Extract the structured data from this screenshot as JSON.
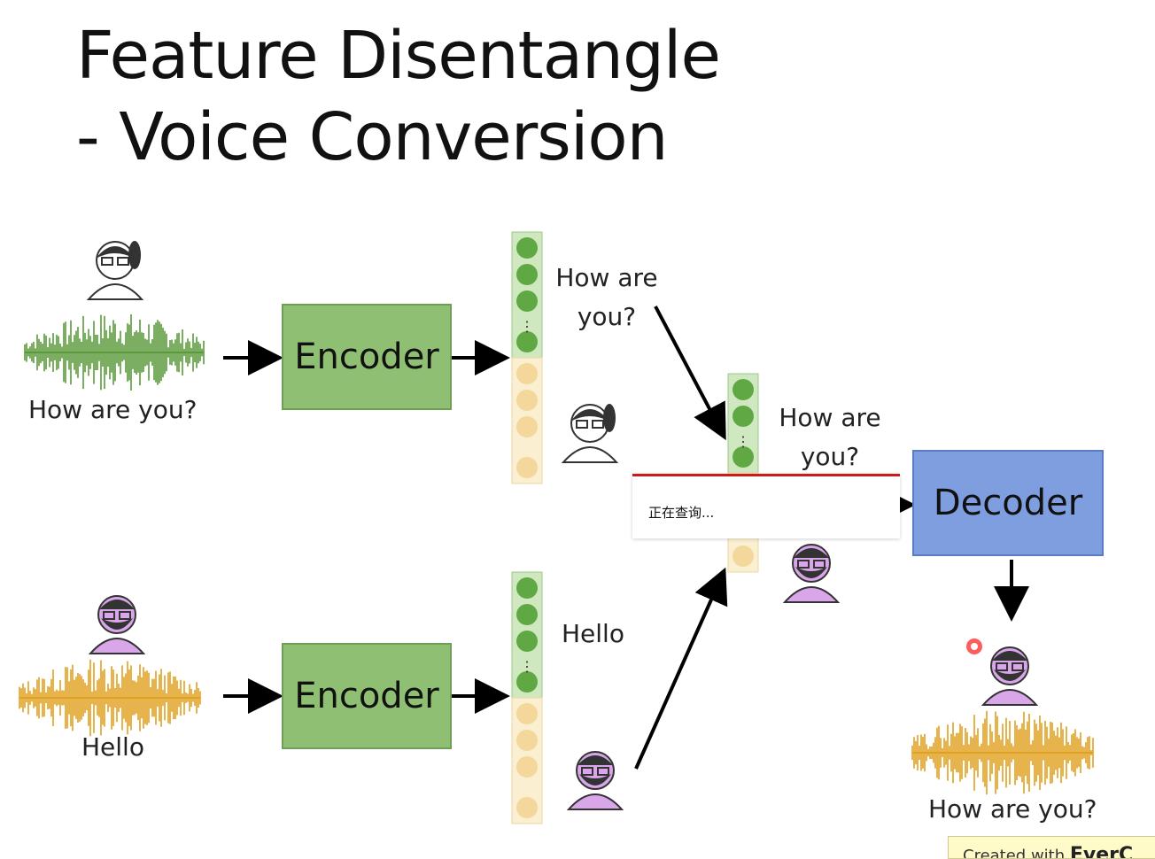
{
  "slide": {
    "title_line1": "Feature Disentangle",
    "title_line2": "- Voice Conversion",
    "encoder_label": "Encoder",
    "decoder_label": "Decoder",
    "top_input_caption": "How are you?",
    "bottom_input_caption": "Hello",
    "content_label_top": "How are you?",
    "content_label_bottom": "Hello",
    "merged_content_label": "How are you?",
    "output_caption": "How are you?",
    "colors": {
      "green_wave": "#5a9a3a",
      "orange_wave": "#e0a020",
      "content_dot": "#5fa843",
      "speaker_dot": "#f4d79a",
      "encoder_fill": "#8fbf73",
      "decoder_fill": "#7e9ee0",
      "female_avatar": "#ffffff",
      "male_avatar": "#d9a6ea"
    }
  },
  "popup": {
    "text": "正在查询..."
  },
  "footer_tag": {
    "prefix": "Created with",
    "brand": "EverC"
  }
}
